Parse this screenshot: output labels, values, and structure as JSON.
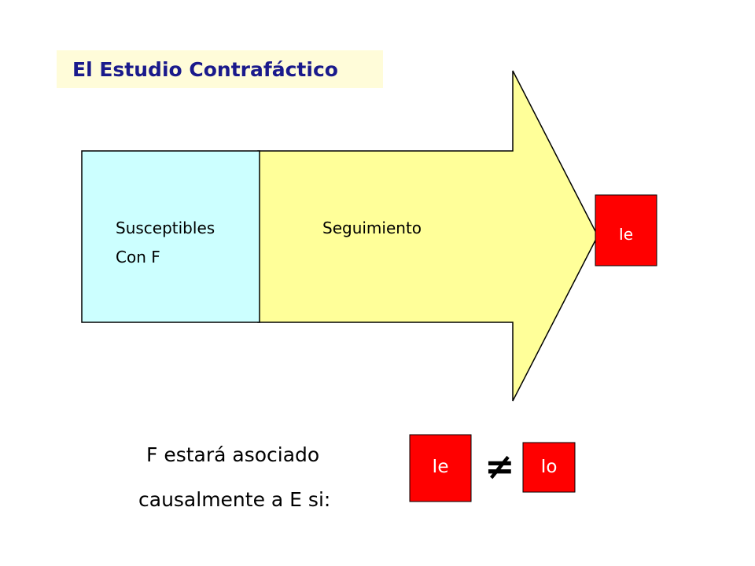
{
  "title": "El Estudio Contrafáctico",
  "diagram": {
    "susceptibles_line1": "Susceptibles",
    "susceptibles_line2": "Con F",
    "seguimiento": "Seguimiento",
    "outcome_label": "Ie"
  },
  "condition": {
    "line1": "F estará asociado",
    "line2": "causalmente a E si:",
    "left_box": "Ie",
    "operator": "≠",
    "right_box": "Io"
  },
  "colors": {
    "title_bg": "#fffcd9",
    "title_text": "#1a1a8c",
    "susceptibles_fill": "#ccffff",
    "arrow_fill": "#ffff99",
    "box_red": "#ff0000"
  }
}
